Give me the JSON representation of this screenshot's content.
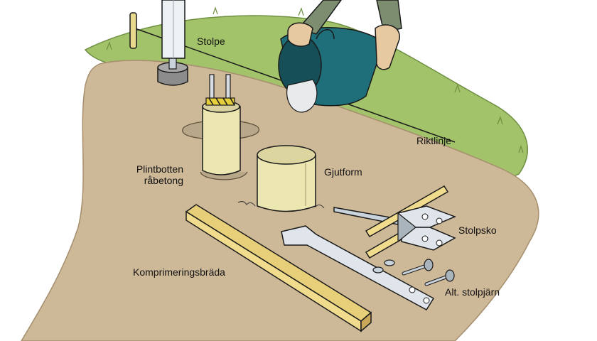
{
  "labels": {
    "stolpe": "Stolpe",
    "riktlinje": "Riktlinje",
    "plintbotten_line1": "Plintbotten",
    "plintbotten_line2": "råbetong",
    "gjutform": "Gjutform",
    "stolpsko": "Stolpsko",
    "komprimeringsbrada": "Komprimeringsbräda",
    "alt_stolpjarn": "Alt. stolpjärn"
  },
  "colors": {
    "ground": "#cdb898",
    "grass": "#a3c36a",
    "bucket": "#1f6f7a",
    "form_tube": "#ece6b0",
    "board": "#f1dc8e",
    "metal": "#c9d3dc",
    "sleeve": "#7d8d6f"
  }
}
